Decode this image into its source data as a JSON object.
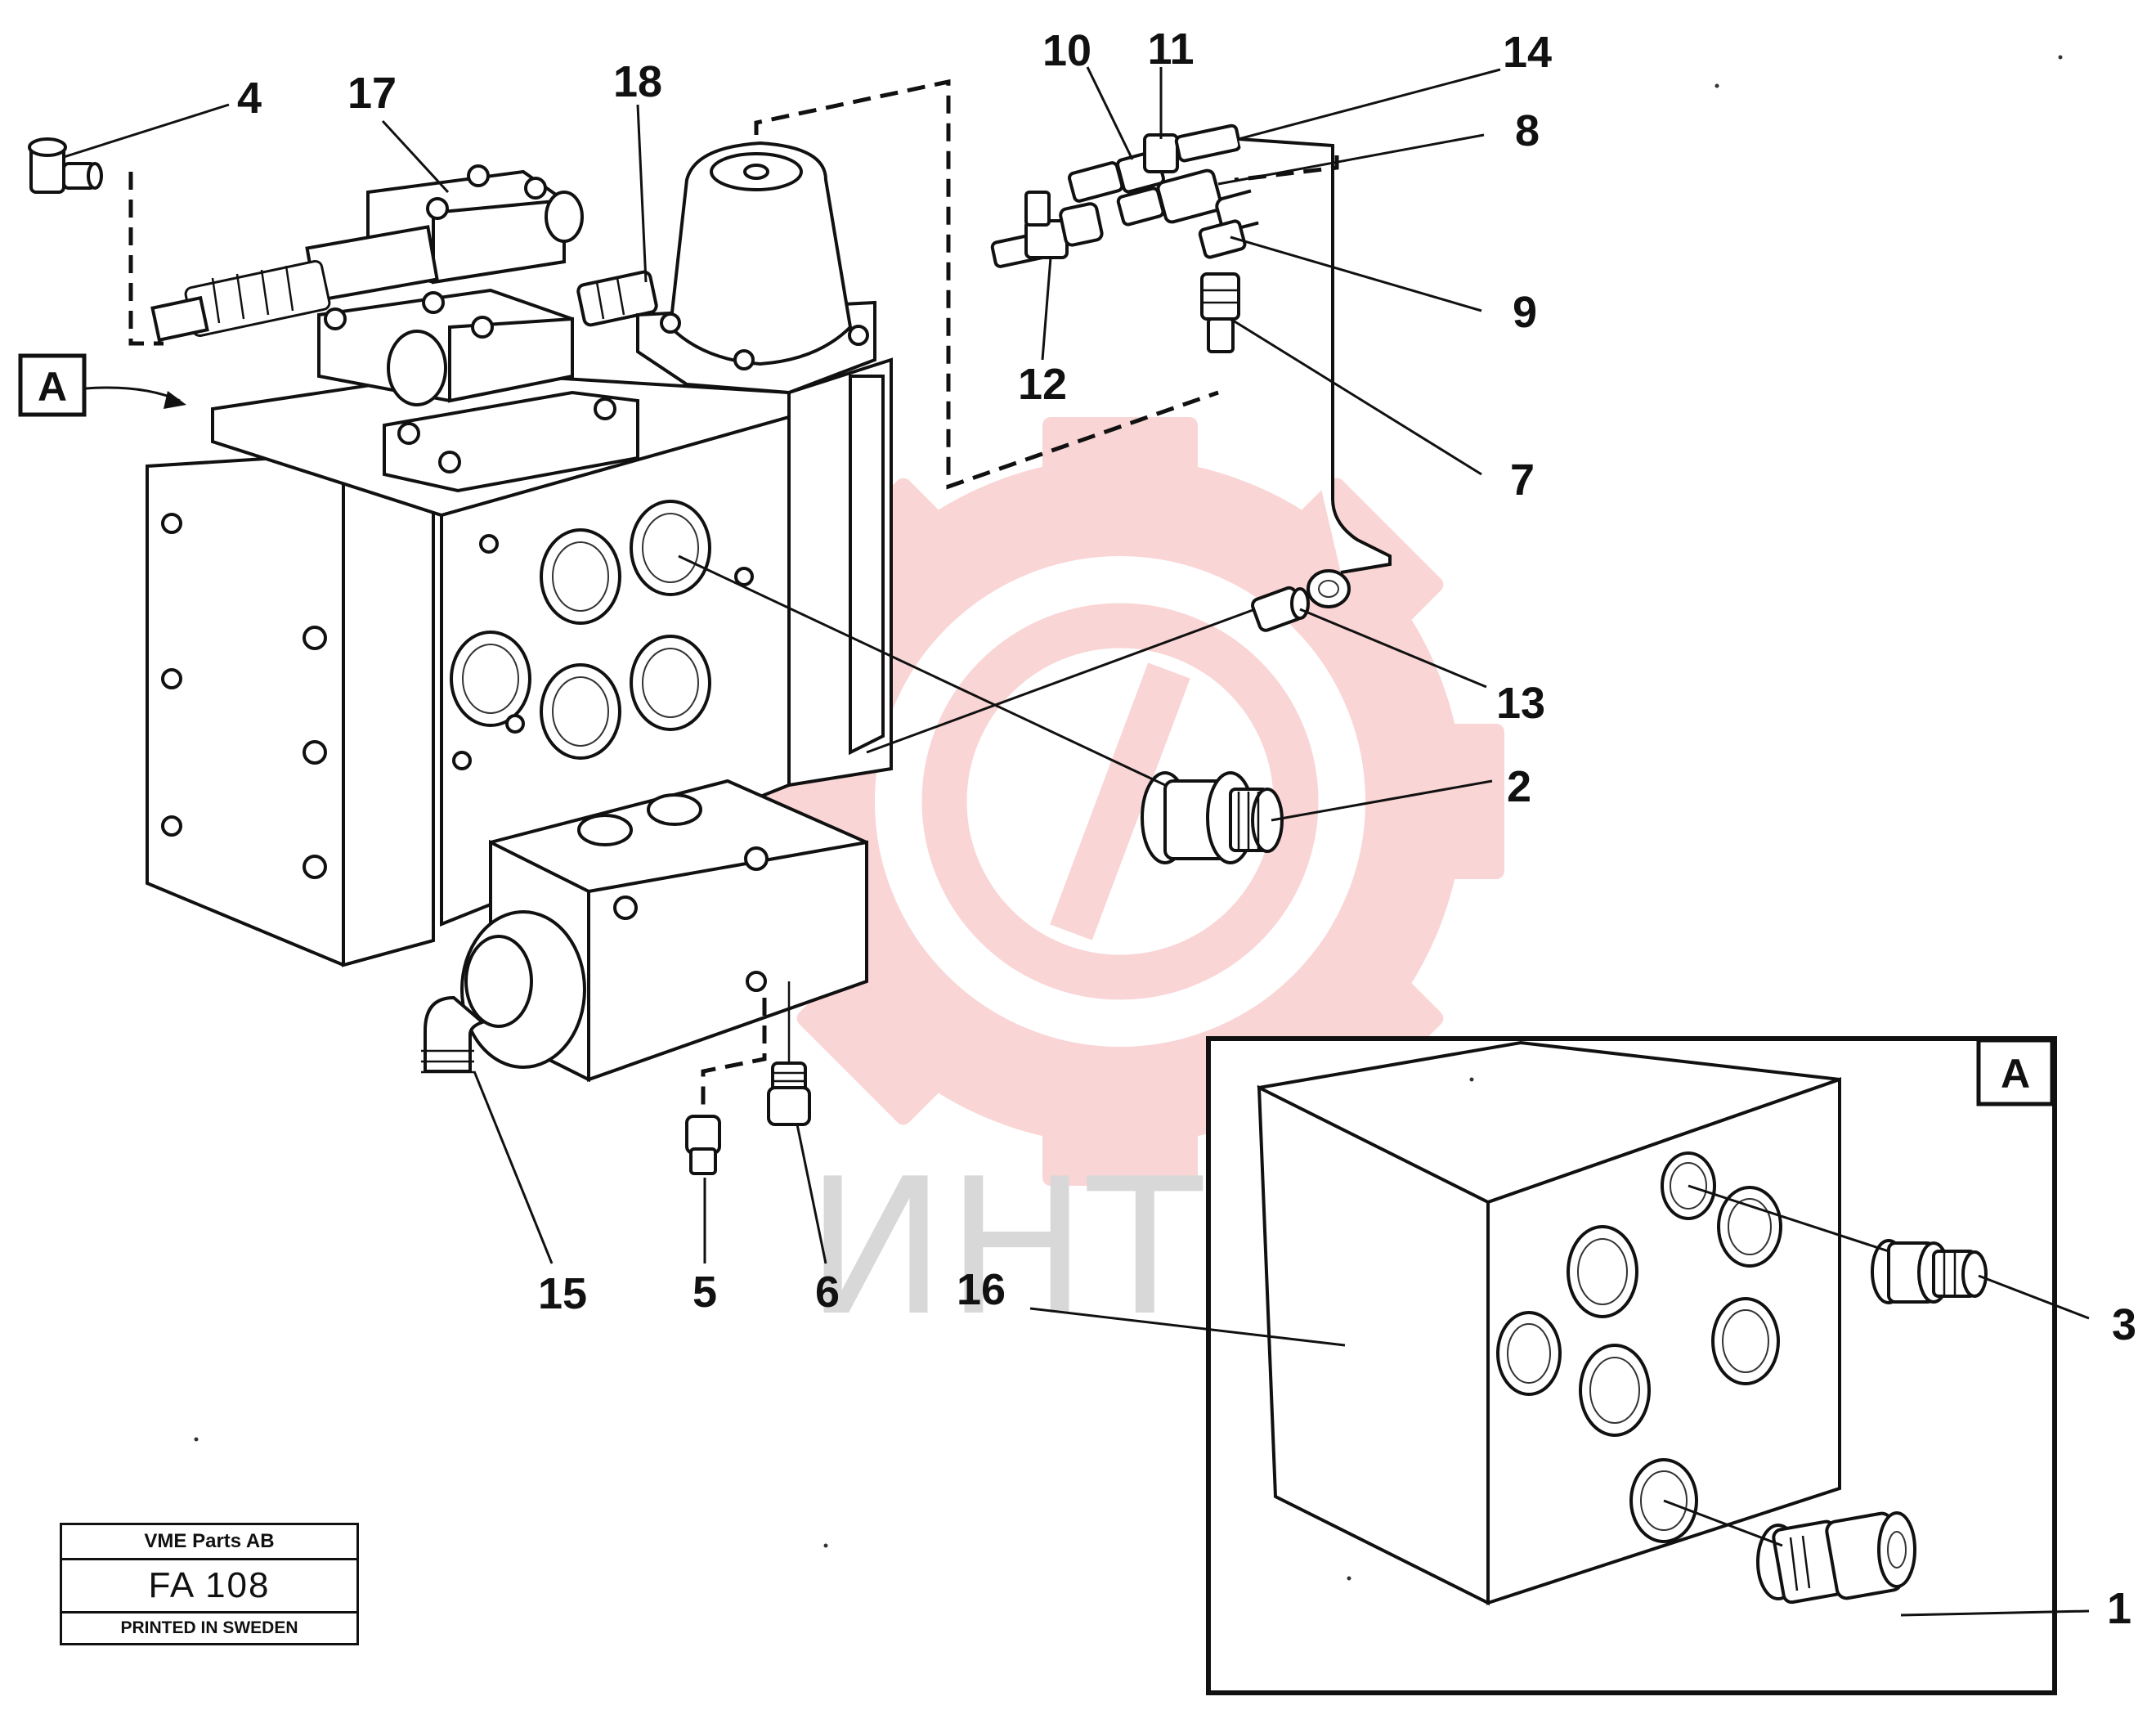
{
  "callouts": [
    "1",
    "2",
    "3",
    "4",
    "5",
    "6",
    "7",
    "8",
    "9",
    "10",
    "11",
    "12",
    "13",
    "14",
    "15",
    "16",
    "17",
    "18"
  ],
  "view_marker": "A",
  "inset_marker": "A",
  "watermark": {
    "text": "ИНТЕХ",
    "color": "#f5a3a3"
  },
  "title_block": {
    "company": "VME Parts AB",
    "code": "FA 108",
    "printed": "PRINTED IN SWEDEN"
  }
}
